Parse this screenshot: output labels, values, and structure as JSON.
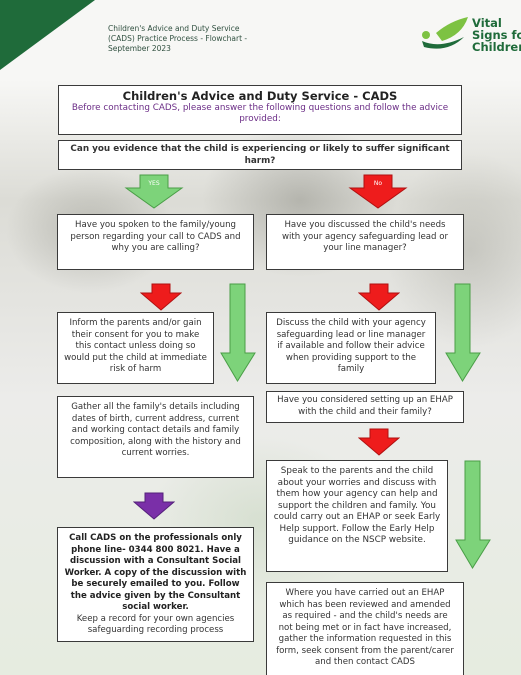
{
  "header": {
    "title_lines": [
      "Children's Advice and Duty Service",
      "(CADS) Practice Process - Flowchart -",
      "September 2023"
    ]
  },
  "logo": {
    "lines": [
      "Vital",
      "Signs for",
      "Children"
    ],
    "color": "#1f6b3a"
  },
  "title": {
    "main": "Children's Advice and Duty Service - CADS",
    "sub": "Before contacting CADS, please answer the following questions and follow the advice provided:"
  },
  "question": "Can you evidence that the child is experiencing or likely to suffer significant harm?",
  "arrows": {
    "yes_label": "YES",
    "no_label": "No"
  },
  "yes_branch": {
    "q1": "Have you spoken to the family/young person regarding your call to CADS and why you are calling?",
    "inform": "Inform the parents and/or gain their consent for you to make this contact unless doing so would put the child at immediate risk of harm",
    "gather": "Gather all the family's details including dates of birth, current address, current and working contact details and family composition, along with the history and current worries.",
    "call_bold": "Call CADS on the professionals only phone line- 0344 800 8021. Have a discussion with a Consultant Social Worker. A copy of the discussion with be securely emailed to you. Follow the advice given by the Consultant social worker.",
    "call_note": "Keep a record for your own agencies safeguarding recording process"
  },
  "no_branch": {
    "q1": "Have you discussed the child's needs with your agency safeguarding lead or your line manager?",
    "discuss": "Discuss the child with your agency safeguarding lead or line manager if available and follow their advice when providing support to the family",
    "ehap_q": "Have you considered setting up an EHAP with the child and their family?",
    "speak": "Speak to the parents and the child about your worries and discuss with them how your agency can help and support the children and family. You could carry out an EHAP or seek Early Help support. Follow the Early Help guidance on the NSCP website.",
    "where": "Where you have carried out an EHAP which has been reviewed and amended as required - and the child's needs are not being met or in fact have increased, gather the information requested in this form, seek consent from the parent/carer and then contact CADS"
  },
  "colors": {
    "green_arrow": "#7dd37a",
    "red_arrow": "#ee1c1c",
    "purple_arrow": "#7a2fa8",
    "title_sub": "#6b2d86"
  }
}
